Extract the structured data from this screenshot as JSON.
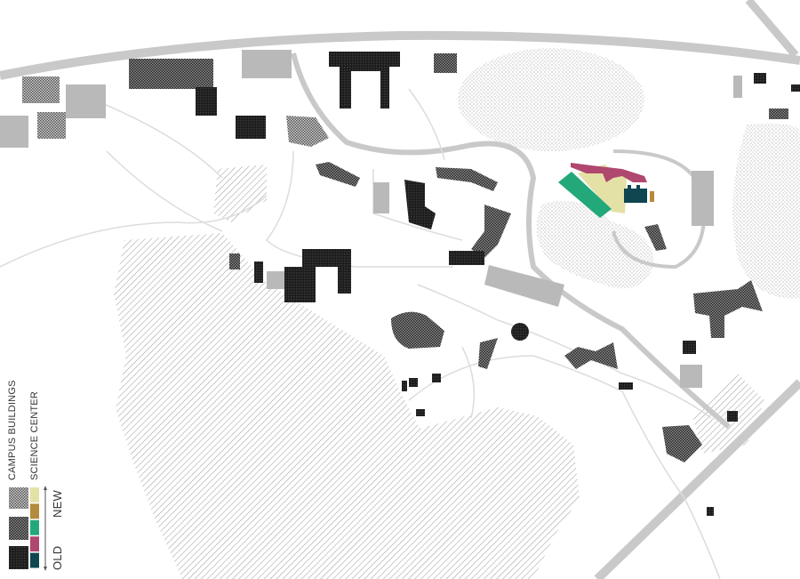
{
  "legend": {
    "campus_buildings_label": "CAMPUS BUILDINGS",
    "science_center_label": "SCIENCE CENTER",
    "new_label": "NEW",
    "old_label": "OLD",
    "science_center_colors": [
      "#e3e1a6",
      "#b48a3c",
      "#23a87a",
      "#b0476e",
      "#0f4650"
    ],
    "campus_building_tones": [
      "light",
      "medium",
      "dark"
    ]
  },
  "colors": {
    "road": "#c9c9c9",
    "path": "#dcdcdc",
    "building_flat": "#b9b9b9",
    "building_dark": "#1e1e1e",
    "hatch": "#9a9a9a"
  }
}
